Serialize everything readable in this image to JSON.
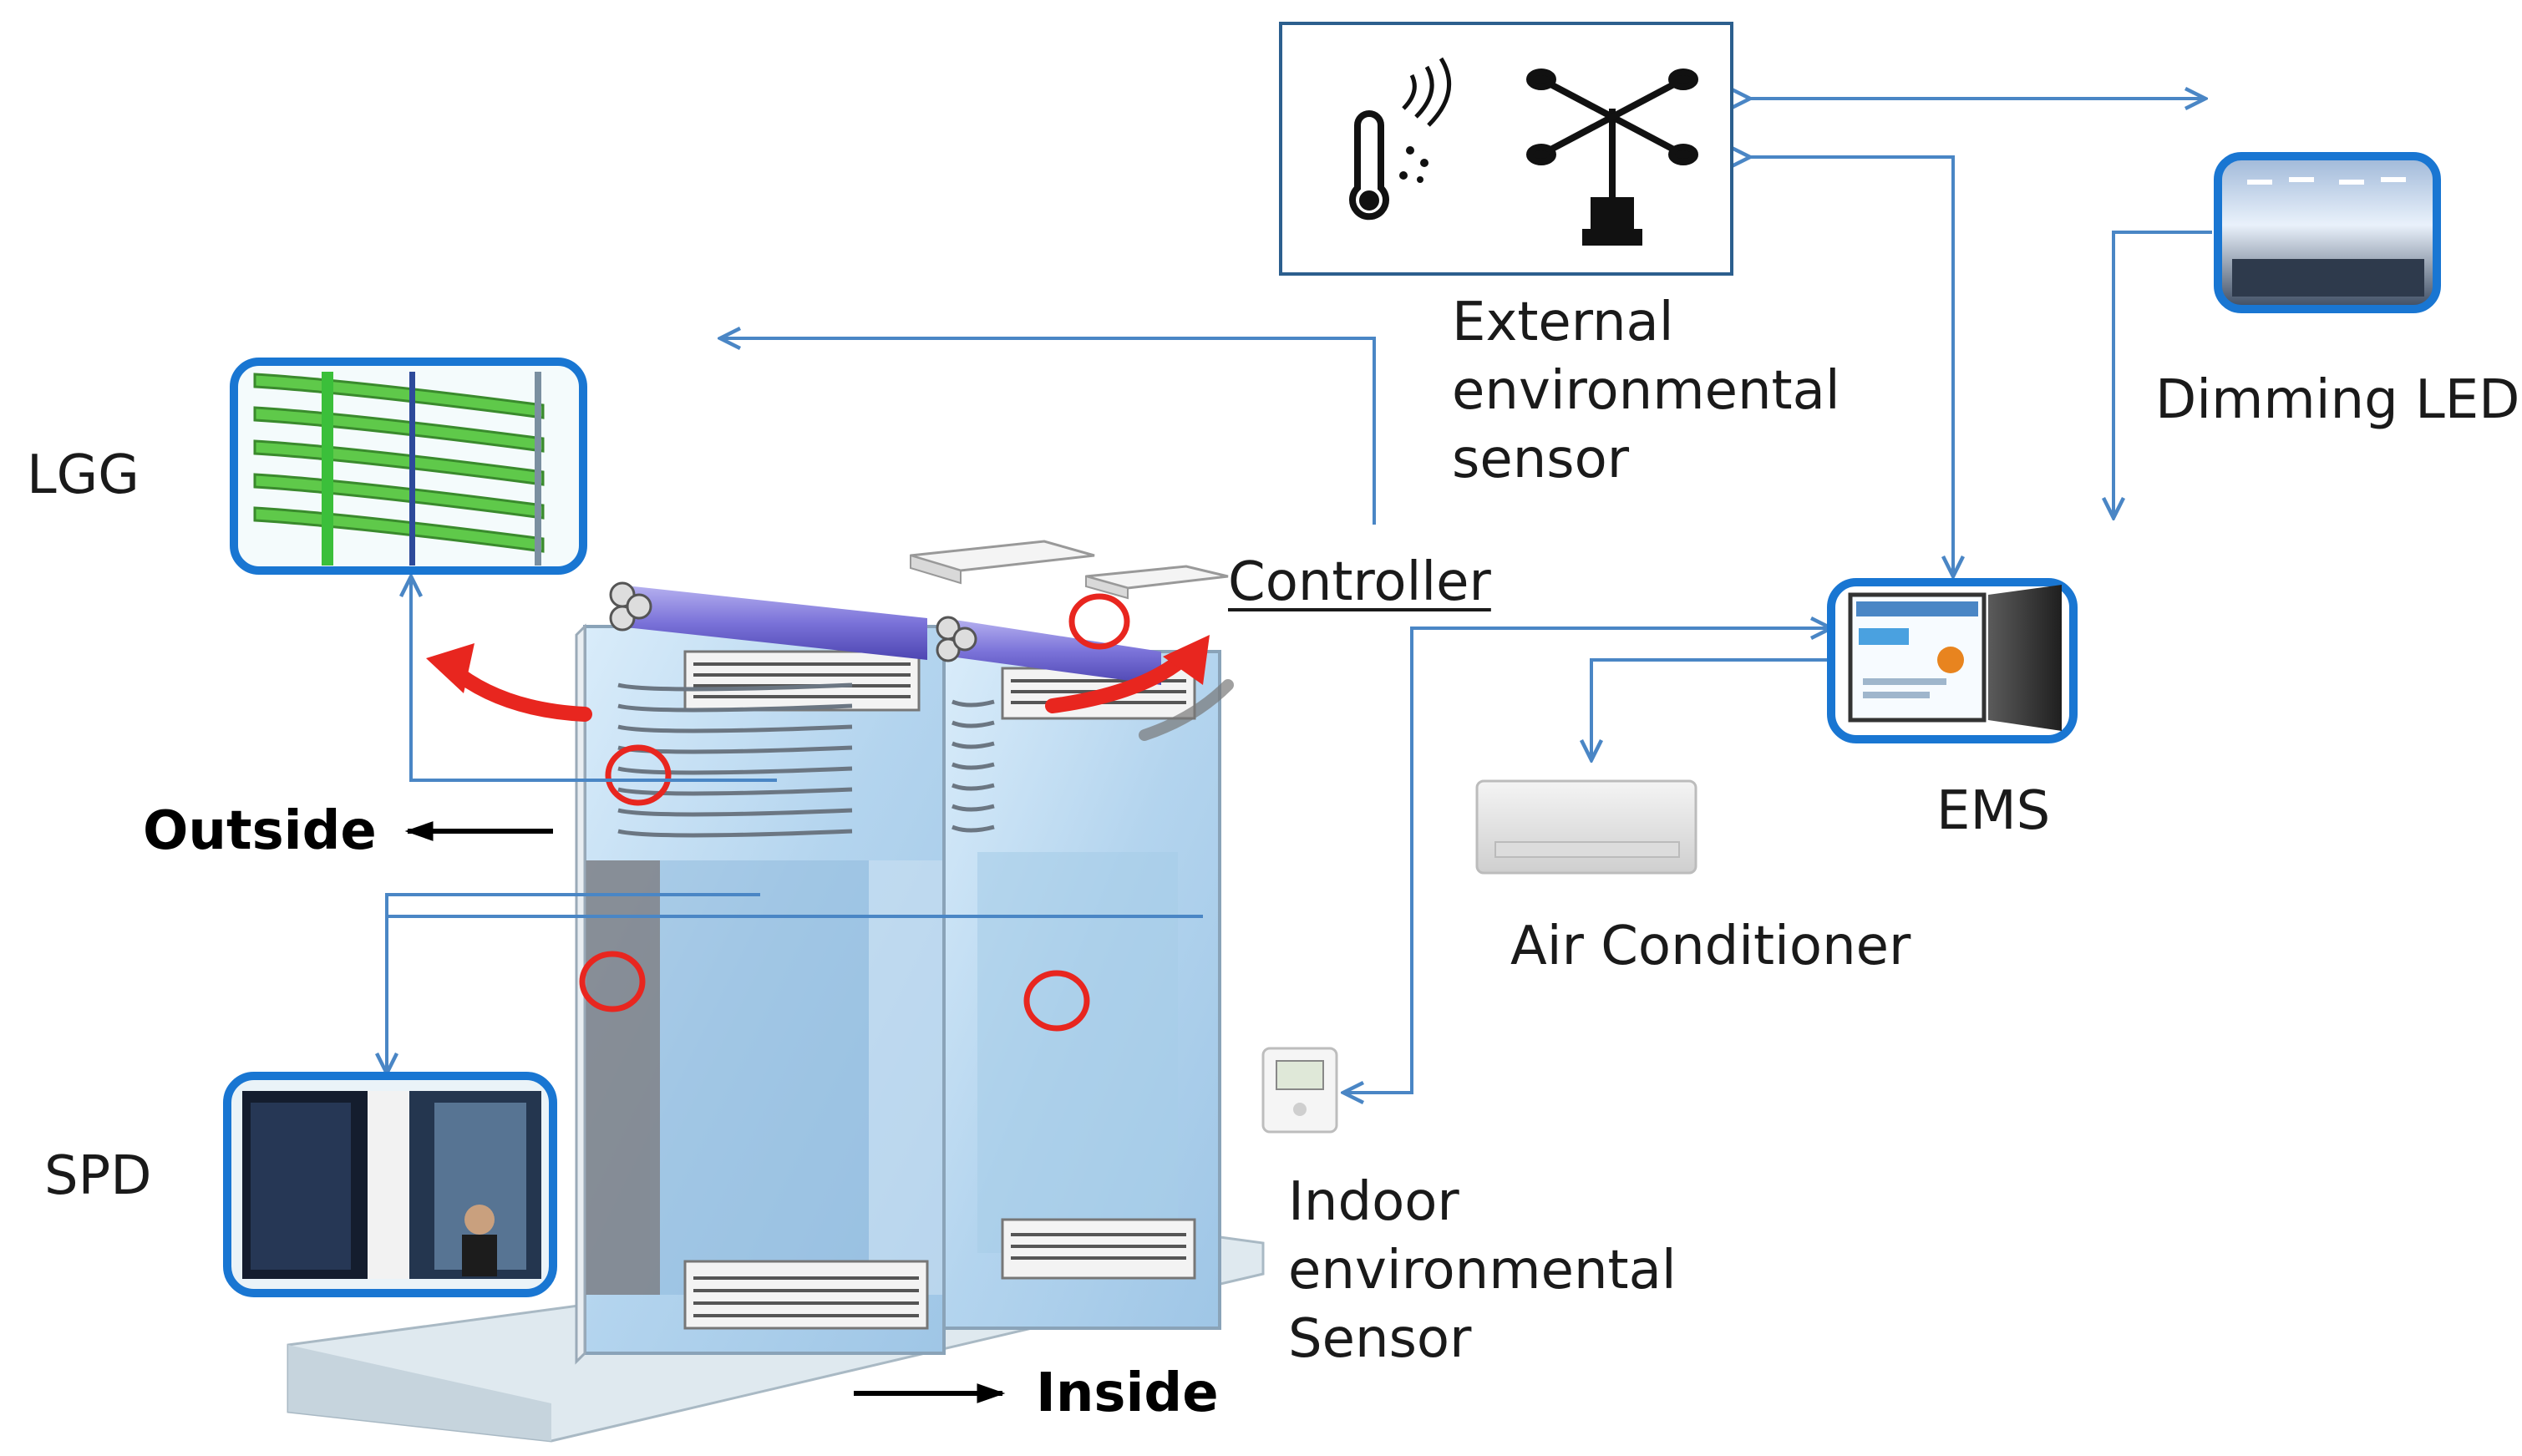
{
  "labels": {
    "lgg": "LGG",
    "spd": "SPD",
    "outside": "Outside",
    "inside": "Inside",
    "controller": "Controller",
    "external_sensor": [
      "External",
      "environmental",
      "sensor"
    ],
    "dimming_led": "Dimming LED",
    "ems": "EMS",
    "air_conditioner": "Air Conditioner",
    "indoor_sensor": [
      "Indoor",
      "environmental",
      "Sensor"
    ]
  },
  "colors": {
    "connector_line": "#4a86c5",
    "frame_blue": "#1976d2",
    "glass": "#bcd9ef",
    "roller": "#7b73d9",
    "airflow": "#e8261f",
    "highlight_circle": "#e8261f",
    "lgg_slat": "#5fc94a"
  },
  "icons": [
    "thermometer-icon",
    "anemometer-icon"
  ]
}
